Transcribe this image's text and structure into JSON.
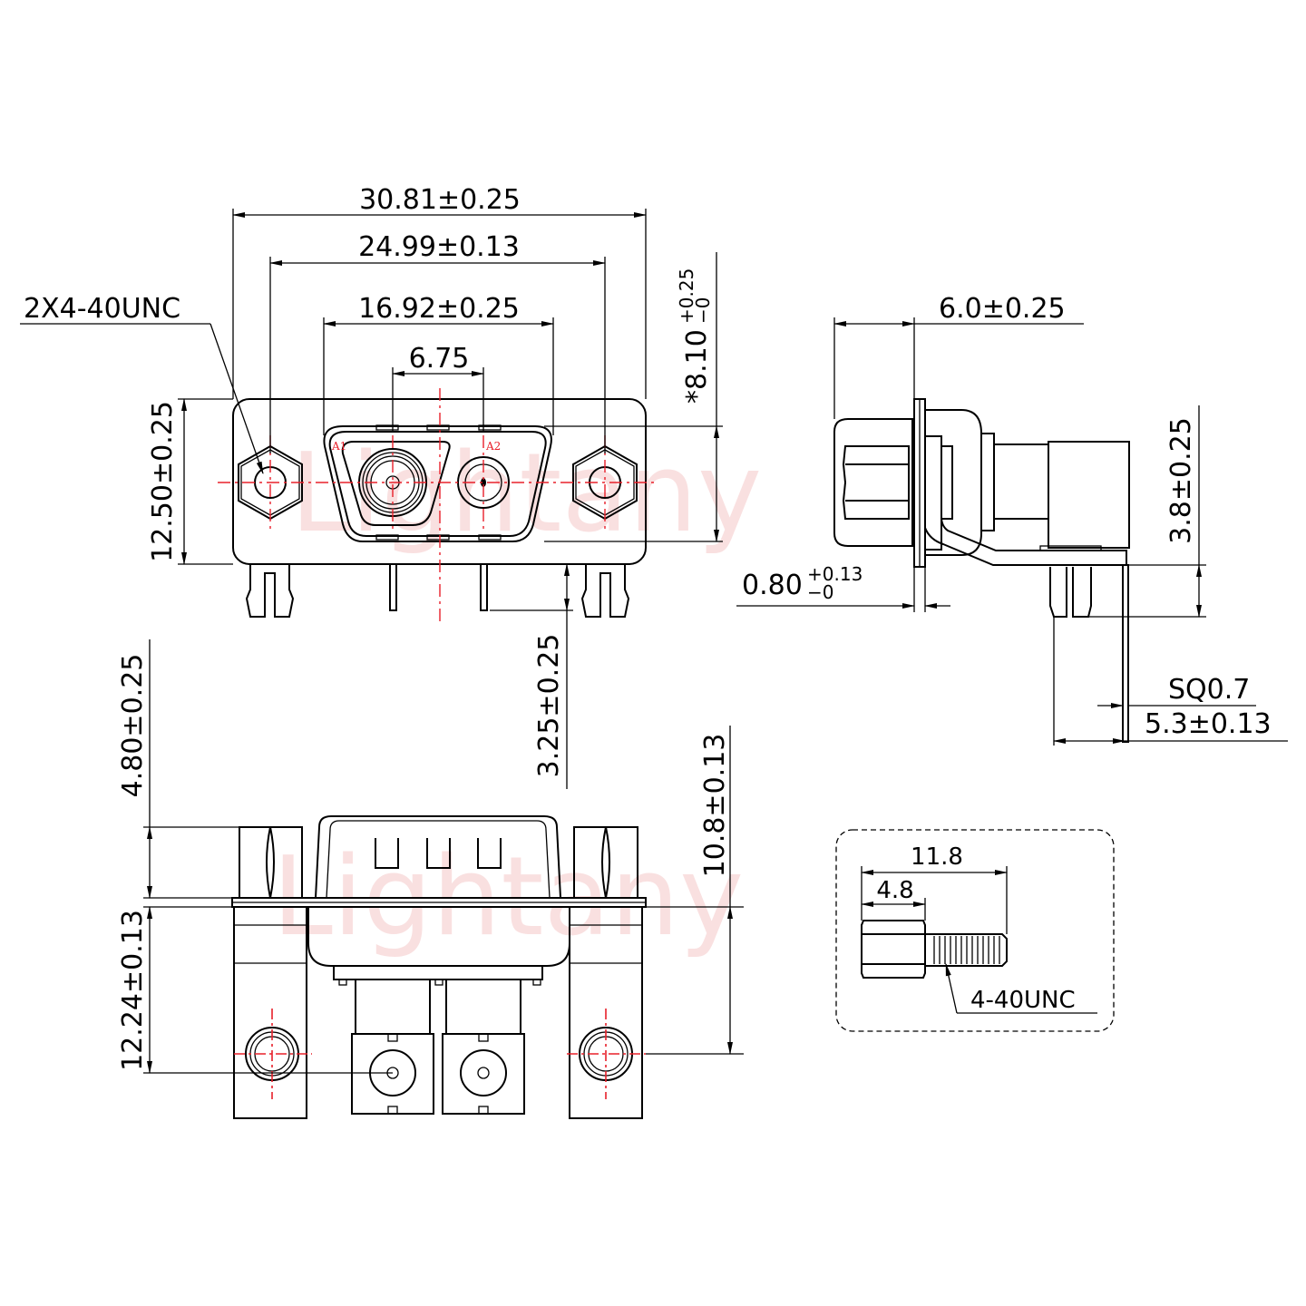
{
  "watermark": "Lightany",
  "colors": {
    "line": "#000000",
    "centerline": "#e8202a",
    "watermark": "#f5c8c8"
  },
  "front_view": {
    "overall_width": "30.81±0.25",
    "mount_hole_spacing": "24.99±0.13",
    "shell_width": "16.92±0.25",
    "contact_spacing": "6.75",
    "mount_thread": "2X4-40UNC",
    "flange_height": "12.50±0.25",
    "shell_height": "*8.10",
    "shell_height_tol_upper": "+0.25",
    "shell_height_tol_lower": "−0",
    "pin_length": "3.25±0.25",
    "contact_labels": [
      "A1",
      "A2"
    ]
  },
  "side_view": {
    "depth": "6.0±0.25",
    "height": "3.8±0.25",
    "flange_thickness": "0.80",
    "flange_tol_upper": "+0.13",
    "flange_tol_lower": "−0",
    "pin_size": "SQ0.7",
    "pin_offset": "5.3±0.13"
  },
  "bottom_view": {
    "nut_height": "4.80±0.25",
    "board_depth": "12.24±0.13",
    "overall_depth": "10.8±0.13"
  },
  "screw_detail": {
    "length": "11.8",
    "head_length": "4.8",
    "thread": "4-40UNC"
  }
}
